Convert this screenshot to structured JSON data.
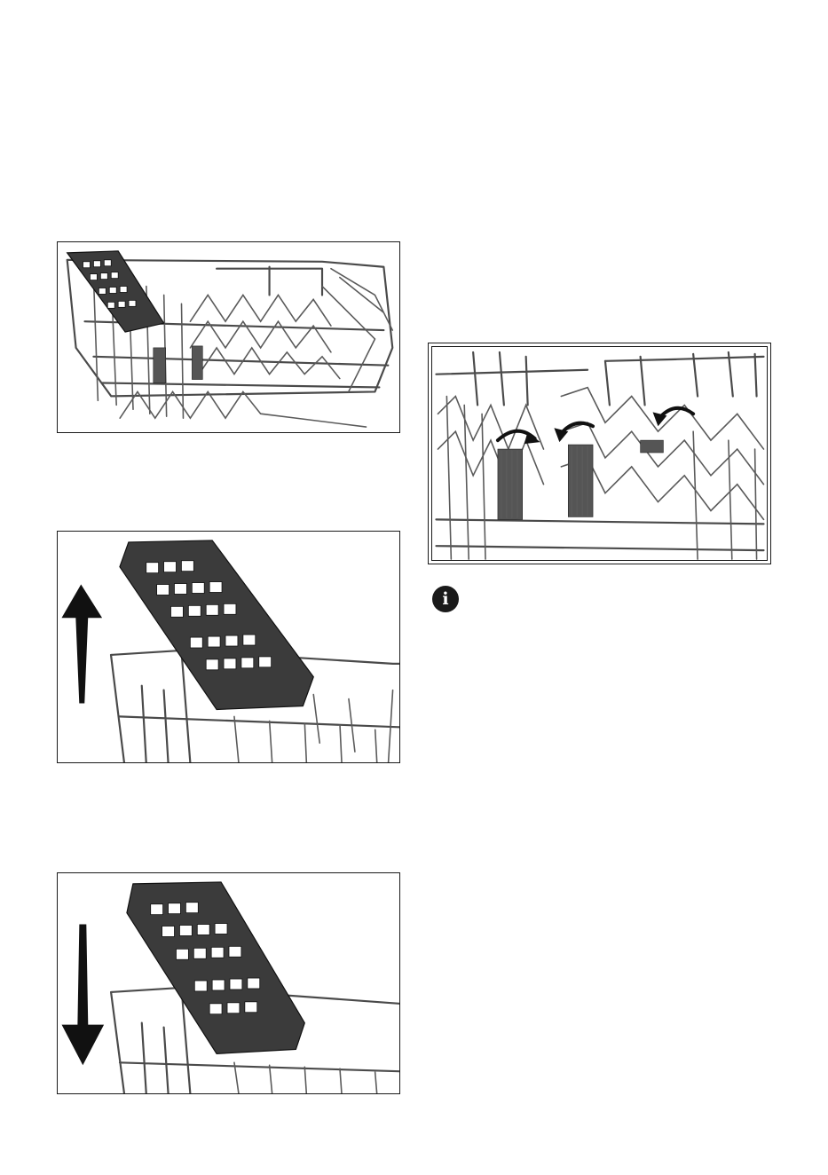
{
  "figures": [
    {
      "id": "fig1",
      "content": "upper-basket-with-cutlery-tray"
    },
    {
      "id": "fig2",
      "content": "cutlery-tray-raise",
      "arrow": "up-arrow"
    },
    {
      "id": "fig3",
      "content": "cutlery-tray-lower",
      "arrow": "down-arrow"
    },
    {
      "id": "fig4",
      "content": "folding-plate-supports",
      "arrows": "curved-arrows"
    }
  ],
  "info_icon": {
    "glyph": "i",
    "icon_name": "info-icon"
  },
  "colors": {
    "ink": "#1a1a1a",
    "wire": "#4a4a4a",
    "tray": "#3b3b3b",
    "page": "#ffffff"
  }
}
